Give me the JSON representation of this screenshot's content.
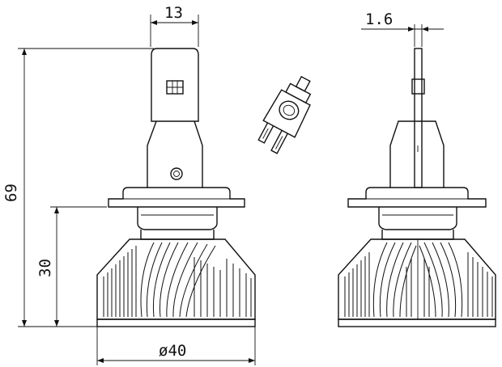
{
  "dimensions": {
    "width_top": "13",
    "thickness": "1.6",
    "total_height": "69",
    "base_height": "30",
    "diameter": "ø40"
  }
}
